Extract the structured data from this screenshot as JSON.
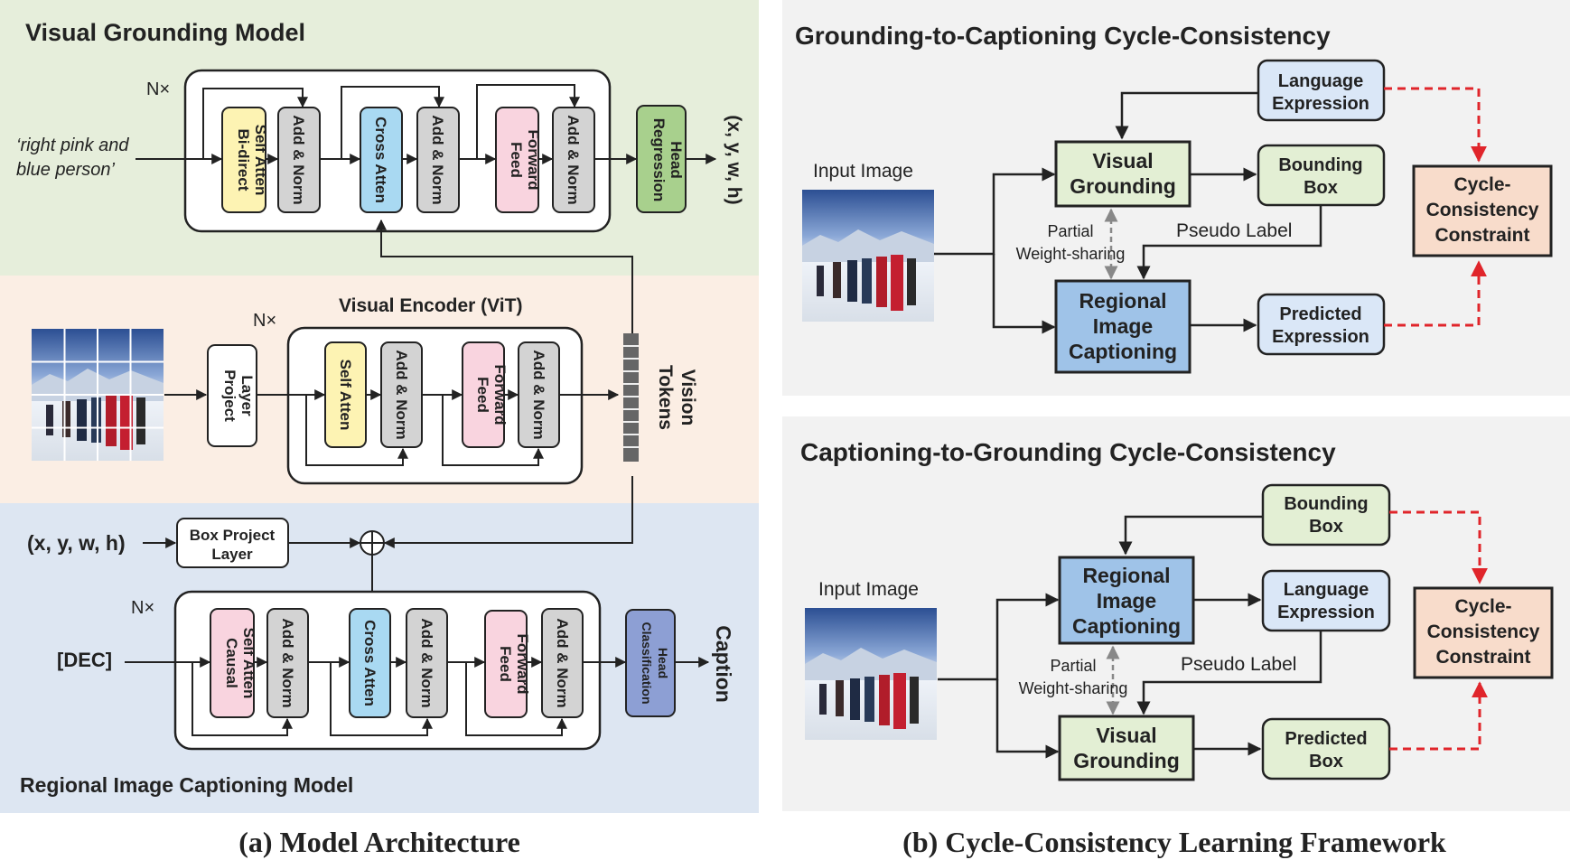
{
  "left_panel": {
    "grounding": {
      "title": "Visual Grounding Model",
      "repeat": "N×",
      "input_text": [
        "‘right pink and",
        "blue person’"
      ],
      "blocks": [
        "Bi-direct",
        "Self  Atten",
        "Add & Norm",
        "Cross Atten",
        "Add & Norm",
        "Feed",
        "Forward",
        "Add & Norm",
        "Regression",
        "Head"
      ],
      "output": "(x, y, w, h)"
    },
    "encoder": {
      "title": "Visual Encoder (ViT)",
      "repeat": "N×",
      "project": [
        "Project",
        "Layer"
      ],
      "blocks": [
        "Self  Atten",
        "Add & Norm",
        "Feed",
        "Forward",
        "Add & Norm"
      ],
      "tokens_label": [
        "Vision",
        "Tokens"
      ]
    },
    "captioning": {
      "title": "Regional Image Captioning Model",
      "repeat": "N×",
      "box_input": "(x, y, w, h)",
      "box_project": [
        "Box Project",
        "Layer"
      ],
      "dec_input": "[DEC]",
      "blocks": [
        "Causal",
        "Self Atten",
        "Add & Norm",
        "Cross Atten",
        "Add & Norm",
        "Feed",
        "Forward",
        "Add & Norm",
        "Classification",
        "Head"
      ],
      "output": "Caption"
    },
    "caption": "(a) Model Architecture"
  },
  "right_panel": {
    "top": {
      "title": "Grounding-to-Captioning Cycle-Consistency",
      "input_label": "Input Image",
      "language": [
        "Language",
        "Expression"
      ],
      "vg": [
        "Visual",
        "Grounding"
      ],
      "bbox": [
        "Bounding",
        "Box"
      ],
      "partial": [
        "Partial",
        "Weight-sharing"
      ],
      "pseudo": "Pseudo Label",
      "ric": [
        "Regional",
        "Image",
        "Captioning"
      ],
      "pred": [
        "Predicted",
        "Expression"
      ],
      "cycle": [
        "Cycle-",
        "Consistency",
        "Constraint"
      ]
    },
    "bottom": {
      "title": "Captioning-to-Grounding Cycle-Consistency",
      "input_label": "Input Image",
      "bbox": [
        "Bounding",
        "Box"
      ],
      "ric": [
        "Regional",
        "Image",
        "Captioning"
      ],
      "language": [
        "Language",
        "Expression"
      ],
      "partial": [
        "Partial",
        "Weight-sharing"
      ],
      "pseudo": "Pseudo Label",
      "vg": [
        "Visual",
        "Grounding"
      ],
      "pred": [
        "Predicted",
        "Box"
      ],
      "cycle": [
        "Cycle-",
        "Consistency",
        "Constraint"
      ]
    },
    "caption": "(b) Cycle-Consistency Learning Framework"
  },
  "colors": {
    "green_bg": "#e6eedb",
    "peach_bg": "#fbeee4",
    "blue_bg": "#dde6f2",
    "gray_bg": "#f2f2f2",
    "yellow": "#fdf3b3",
    "gray_block": "#d3d3d3",
    "cyan": "#a9d9f2",
    "pink": "#f9d4df",
    "green_head": "#a8d08d",
    "violet": "#8d9fd4",
    "light_green": "#e3efd4",
    "light_blue": "#dae7f7",
    "mid_blue": "#9fc3e8",
    "salmon": "#f8dccb",
    "red_dash": "#e0252b"
  }
}
